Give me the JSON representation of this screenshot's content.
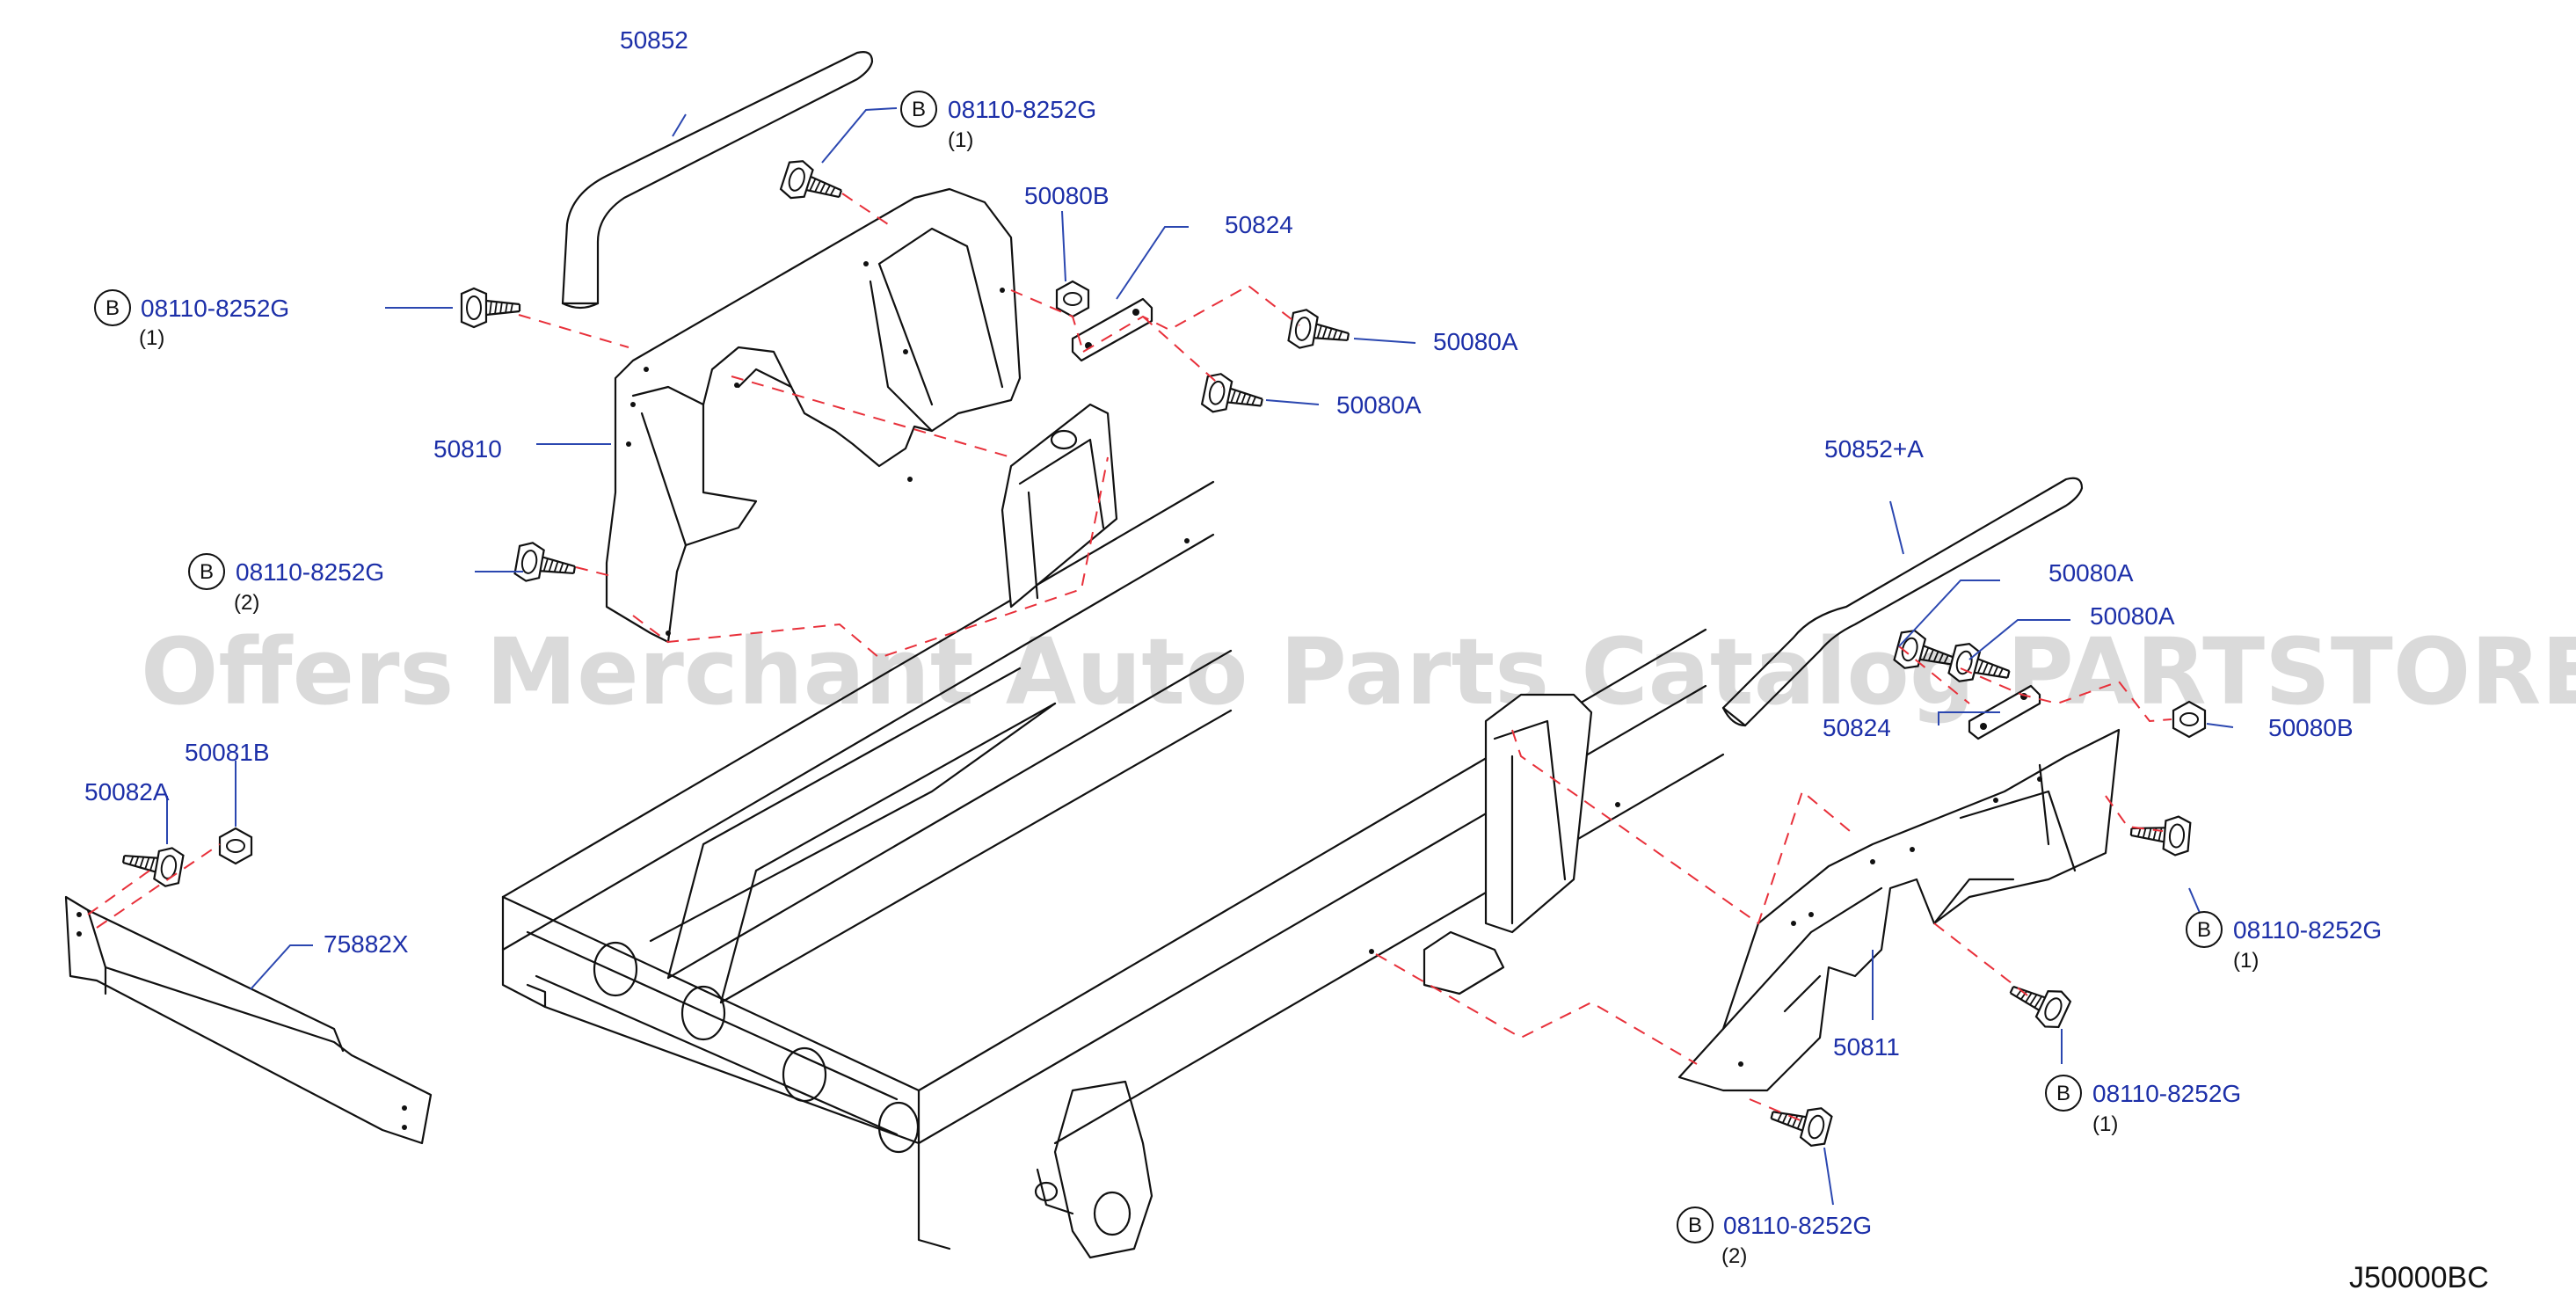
{
  "watermark": "Offers Merchant Auto Parts Catalog PARTSTORE.SA",
  "diagram_code": "J50000BC",
  "bolt_marker": "B",
  "labels": {
    "p50852": "50852",
    "p50852a": "50852+A",
    "p50810": "50810",
    "p50811": "50811",
    "p50824_left": "50824",
    "p50824_right": "50824",
    "p50080b_left": "50080B",
    "p50080b_right": "50080B",
    "p50080a_1": "50080A",
    "p50080a_2": "50080A",
    "p50080a_3": "50080A",
    "p50080a_4": "50080A",
    "p50082a": "50082A",
    "p50081b": "50081B",
    "p75882x": "75882X"
  },
  "bolts": [
    {
      "part": "08110-8252G",
      "qty": "(1)"
    },
    {
      "part": "08110-8252G",
      "qty": "(1)"
    },
    {
      "part": "08110-8252G",
      "qty": "(2)"
    },
    {
      "part": "08110-8252G",
      "qty": "(1)"
    },
    {
      "part": "08110-8252G",
      "qty": "(1)"
    },
    {
      "part": "08110-8252G",
      "qty": "(2)"
    }
  ],
  "colors": {
    "label": "#1c2fa8",
    "leader": "#2b47b0",
    "dash": "#e8303a",
    "line": "#111111"
  }
}
